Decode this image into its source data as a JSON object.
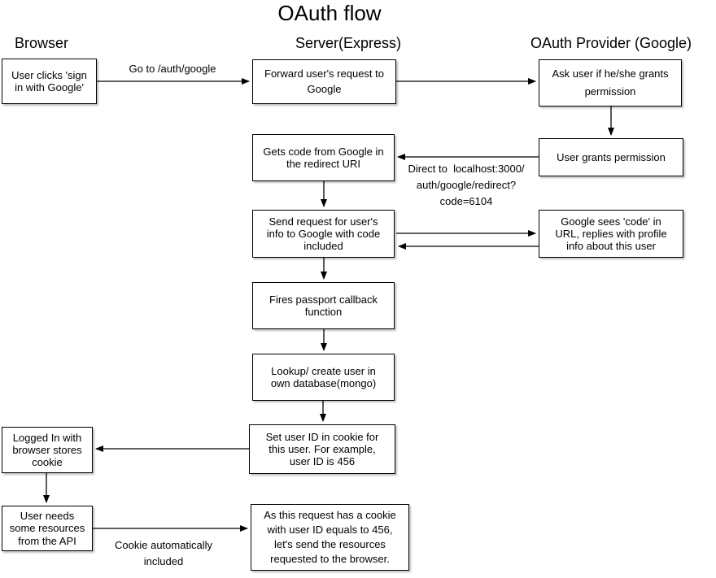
{
  "title": "OAuth flow",
  "lane_headers": [
    {
      "label": "Browser"
    },
    {
      "label": "Server(Express)"
    },
    {
      "label": "OAuth Provider (Google)"
    }
  ],
  "nodes": [
    {
      "id": "user-clicks-sign-in",
      "text": "User clicks 'sign\nin with Google'"
    },
    {
      "id": "forward-request",
      "text": "Forward user's request to\nGoogle"
    },
    {
      "id": "ask-permission",
      "text": "Ask user if he/she grants\npermission"
    },
    {
      "id": "user-grants-permission",
      "text": "User grants permission"
    },
    {
      "id": "gets-code",
      "text": "Gets code from Google in\nthe redirect URI"
    },
    {
      "id": "send-request-user-info",
      "text": "Send request for user's\ninfo to Google with code\nincluded"
    },
    {
      "id": "google-sees-code",
      "text": "Google sees 'code' in\nURL, replies with profile\ninfo about this user"
    },
    {
      "id": "fires-passport-callback",
      "text": "Fires passport callback\nfunction"
    },
    {
      "id": "lookup-create-user",
      "text": "Lookup/ create user in\nown database(mongo)"
    },
    {
      "id": "set-user-id-cookie",
      "text": "Set user ID in cookie for\nthis user. For example,\nuser ID is 456"
    },
    {
      "id": "logged-in-stores-cookie",
      "text": "Logged In with\nbrowser stores\ncookie"
    },
    {
      "id": "user-needs-resources",
      "text": "User needs\nsome resources\nfrom the API"
    },
    {
      "id": "send-resources",
      "text": "As this request has a cookie\nwith user ID equals to 456,\nlet's send the resources\nrequested to the browser."
    }
  ],
  "edge_labels": [
    {
      "id": "go-to-auth-google",
      "text": "Go to /auth/google"
    },
    {
      "id": "redirect-uri",
      "text": "Direct to  localhost:3000/\nauth/google/redirect?\ncode=6104"
    },
    {
      "id": "cookie-included",
      "text": "Cookie automatically\nincluded"
    }
  ],
  "colors": {
    "background": "#ffffff",
    "box_fill": "#ffffff",
    "box_border": "#000000",
    "text": "#000000",
    "arrow": "#000000"
  }
}
